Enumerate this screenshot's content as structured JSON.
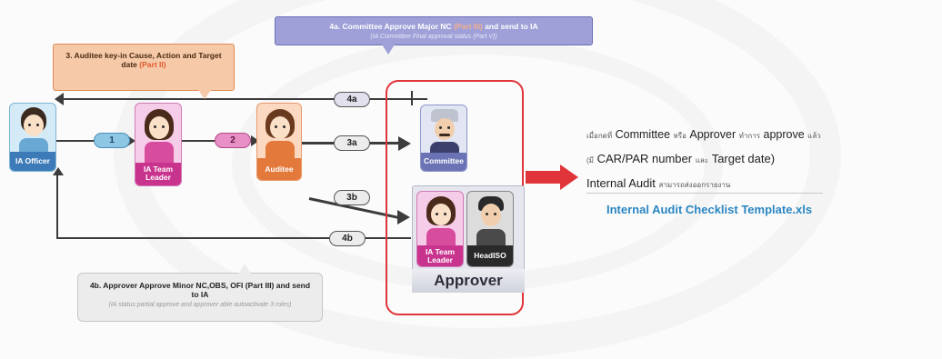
{
  "callouts": {
    "step3": {
      "text": "3. Auditee key-in Cause, Action and Target date",
      "part": "(Part II)"
    },
    "step4a": {
      "text": "4a. Committee  Approve Major NC",
      "part": "(Part III)",
      "text_end": "and send to IA",
      "sub": "(IA Committee Final approval status (Part V))"
    },
    "step4b": {
      "text": "4b. Approver Approve Minor NC,OBS, OFI (Part III) and send to IA",
      "sub": "(IA status partial approve and approver able autoactivate 3 roles)"
    }
  },
  "arrows": {
    "a1": "1",
    "a2": "2",
    "a3a": "3a",
    "a3b": "3b",
    "a4a": "4a",
    "a4b": "4b"
  },
  "roles": {
    "ia_officer": "IA Officer",
    "ia_team_leader": "IA Team Leader",
    "auditee": "Auditee",
    "committee": "Committee",
    "ia_team_leader_small": "IA Team Leader",
    "head_iso": "HeadISO",
    "approver": "Approver"
  },
  "note": {
    "line1_prefix": "เมื่อกดที่",
    "line1_committee": "Committee",
    "line1_or": "หรือ",
    "line1_approver": "Approver",
    "line1_mid": "ทำการ",
    "line1_approve": "approve",
    "line1_end": "แล้ว",
    "line2_prefix": "(มี",
    "line2_car": "CAR/PAR number",
    "line2_and": "และ",
    "line2_target": "Target date)",
    "line3_main": "Internal Audit",
    "line3_small": "สามารถส่งออกรายงาน",
    "line4": "Internal Audit Checklist Template.xls"
  },
  "colors": {
    "approver_frame": "#e0343a",
    "link": "#2a86c2",
    "committee_callout": "#9fa0d8",
    "auditee_callout": "#f6c9a9"
  }
}
